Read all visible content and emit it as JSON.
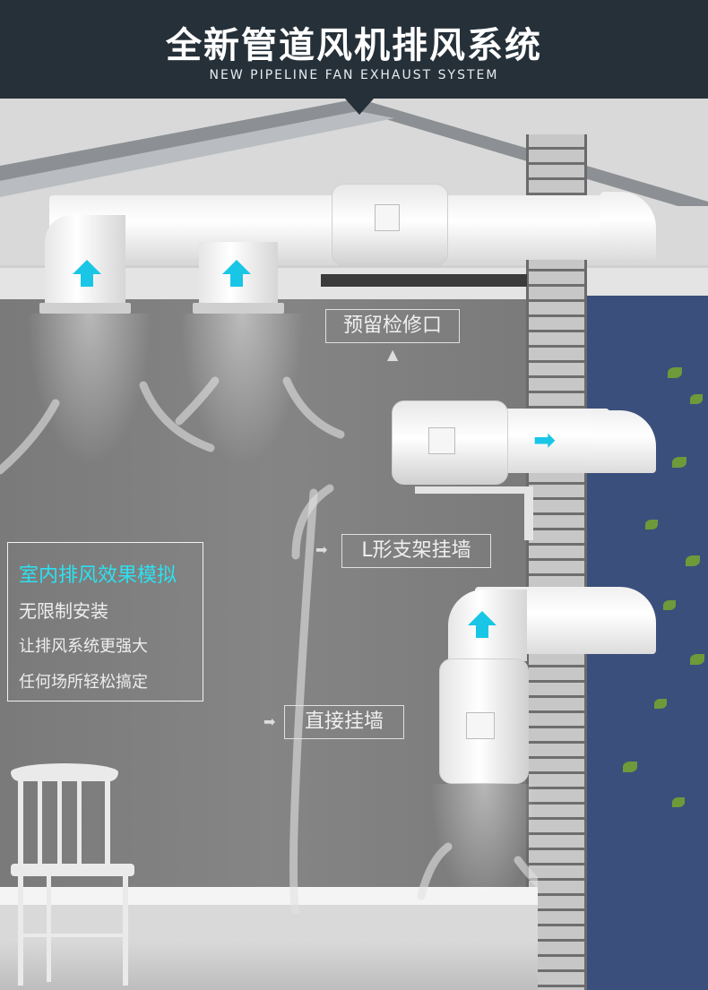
{
  "header": {
    "title": "全新管道风机排风系统",
    "subtitle": "NEW PIPELINE FAN EXHAUST SYSTEM"
  },
  "labels": {
    "maintenance_port": "预留检修口",
    "l_bracket": "L形支架挂墙",
    "direct_wall": "直接挂墙"
  },
  "info": {
    "heading": "室内排风效果模拟",
    "line1": "无限制安装",
    "line2": "让排风系统更强大",
    "line3": "任何场所轻松搞定"
  },
  "colors": {
    "header_bg": "#253039",
    "accent": "#19c6e6",
    "wall": "#7e7e7e",
    "outside": "#3b4f7c"
  }
}
